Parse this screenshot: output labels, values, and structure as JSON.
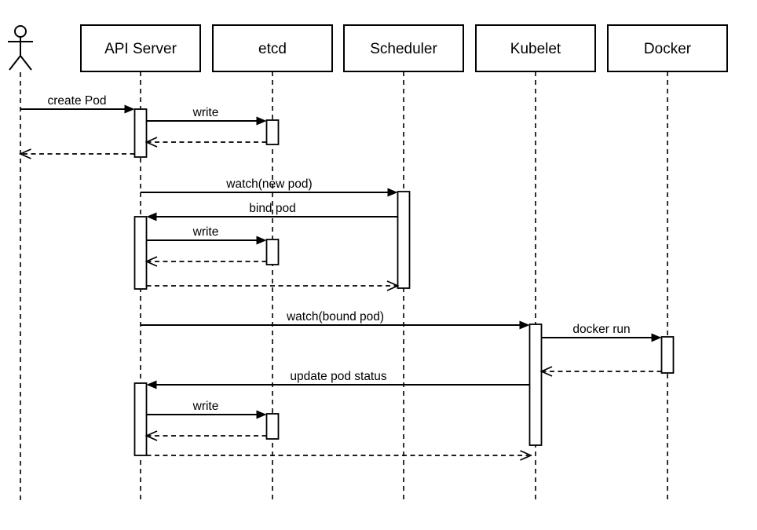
{
  "diagram": {
    "type": "uml-sequence-diagram",
    "subject": "Kubernetes pod creation flow",
    "colors": {
      "line": "#000000",
      "background": "#ffffff",
      "shape_fill": "#ffffff"
    }
  },
  "participants": [
    {
      "id": "user",
      "kind": "actor",
      "label": ""
    },
    {
      "id": "api-server",
      "kind": "object",
      "label": "API Server"
    },
    {
      "id": "etcd",
      "kind": "object",
      "label": "etcd"
    },
    {
      "id": "scheduler",
      "kind": "object",
      "label": "Scheduler"
    },
    {
      "id": "kubelet",
      "kind": "object",
      "label": "Kubelet"
    },
    {
      "id": "docker",
      "kind": "object",
      "label": "Docker"
    }
  ],
  "messages": [
    {
      "label": "create Pod",
      "from": "user",
      "to": "api-server",
      "style": "solid"
    },
    {
      "label": "write",
      "from": "api-server",
      "to": "etcd",
      "style": "solid"
    },
    {
      "label": "",
      "from": "etcd",
      "to": "api-server",
      "style": "dashed-return"
    },
    {
      "label": "",
      "from": "api-server",
      "to": "user",
      "style": "dashed-return"
    },
    {
      "label": "watch(new pod)",
      "from": "api-server",
      "to": "scheduler",
      "style": "solid"
    },
    {
      "label": "bind pod",
      "from": "scheduler",
      "to": "api-server",
      "style": "solid"
    },
    {
      "label": "write",
      "from": "api-server",
      "to": "etcd",
      "style": "solid"
    },
    {
      "label": "",
      "from": "etcd",
      "to": "api-server",
      "style": "dashed-return"
    },
    {
      "label": "",
      "from": "api-server",
      "to": "scheduler",
      "style": "dashed-return"
    },
    {
      "label": "watch(bound pod)",
      "from": "api-server",
      "to": "kubelet",
      "style": "solid"
    },
    {
      "label": "docker run",
      "from": "kubelet",
      "to": "docker",
      "style": "solid"
    },
    {
      "label": "",
      "from": "docker",
      "to": "kubelet",
      "style": "dashed-return"
    },
    {
      "label": "update pod status",
      "from": "kubelet",
      "to": "api-server",
      "style": "solid"
    },
    {
      "label": "write",
      "from": "api-server",
      "to": "etcd",
      "style": "solid"
    },
    {
      "label": "",
      "from": "etcd",
      "to": "api-server",
      "style": "dashed-return"
    },
    {
      "label": "",
      "from": "api-server",
      "to": "kubelet",
      "style": "dashed-return"
    }
  ]
}
